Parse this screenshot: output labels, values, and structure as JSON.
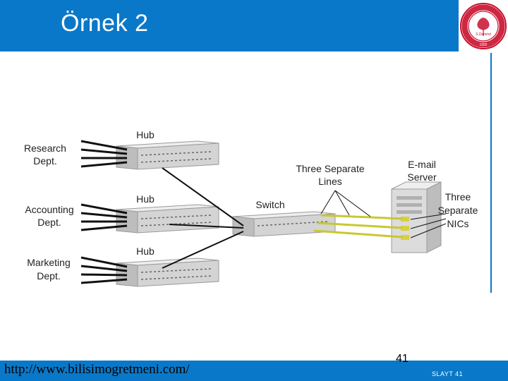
{
  "slide": {
    "title": "Örnek 2",
    "url": "http://www.bilisimogretmeni.com/",
    "page_number": "41",
    "slide_label": "SLAYT 41"
  },
  "logo": {
    "ring_text": "SÜLEYMAN DEMİREL ÜNİVERSİTESİ",
    "signature": "S.Demirel",
    "year": "1992",
    "color": "#c8102e"
  },
  "diagram": {
    "departments": [
      {
        "line1": "Research",
        "line2": "Dept."
      },
      {
        "line1": "Accounting",
        "line2": "Dept."
      },
      {
        "line1": "Marketing",
        "line2": "Dept."
      }
    ],
    "hub_label": "Hub",
    "switch_label": "Switch",
    "lines_label": {
      "line1": "Three Separate",
      "line2": "Lines"
    },
    "server_label": {
      "line1": "E-mail",
      "line2": "Server"
    },
    "nics_label": {
      "line1": "Three",
      "line2": "Separate",
      "line3": "NICs"
    }
  },
  "colors": {
    "header": "#0a78c8",
    "cable_yellow": "#c8c832",
    "device_gray": "#d4d4d4"
  }
}
